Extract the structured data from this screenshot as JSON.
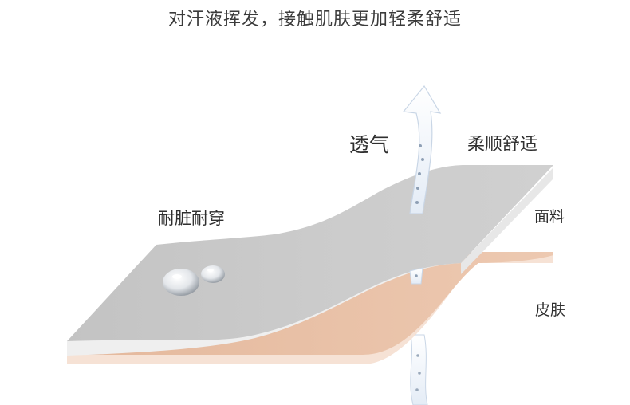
{
  "headline": "对汗液挥发，接触肌肤更加轻柔舒适",
  "labels": {
    "breathable": "透气",
    "soft_comfort": "柔顺舒适",
    "durable": "耐脏耐穿",
    "fabric_layer": "面料",
    "skin_layer": "皮肤"
  },
  "colors": {
    "fabric_top": "#c9c9c9",
    "fabric_edge": "#efefef",
    "skin_top": "#e9c1a6",
    "skin_edge": "#f6e2d5",
    "arrow_fill": "#eef4fb",
    "arrow_stroke": "#c9d6e6",
    "text": "#2f2f2f"
  },
  "icons": [
    "upward-arrow-icon",
    "water-droplet-icon",
    "vapor-dot-icon"
  ]
}
